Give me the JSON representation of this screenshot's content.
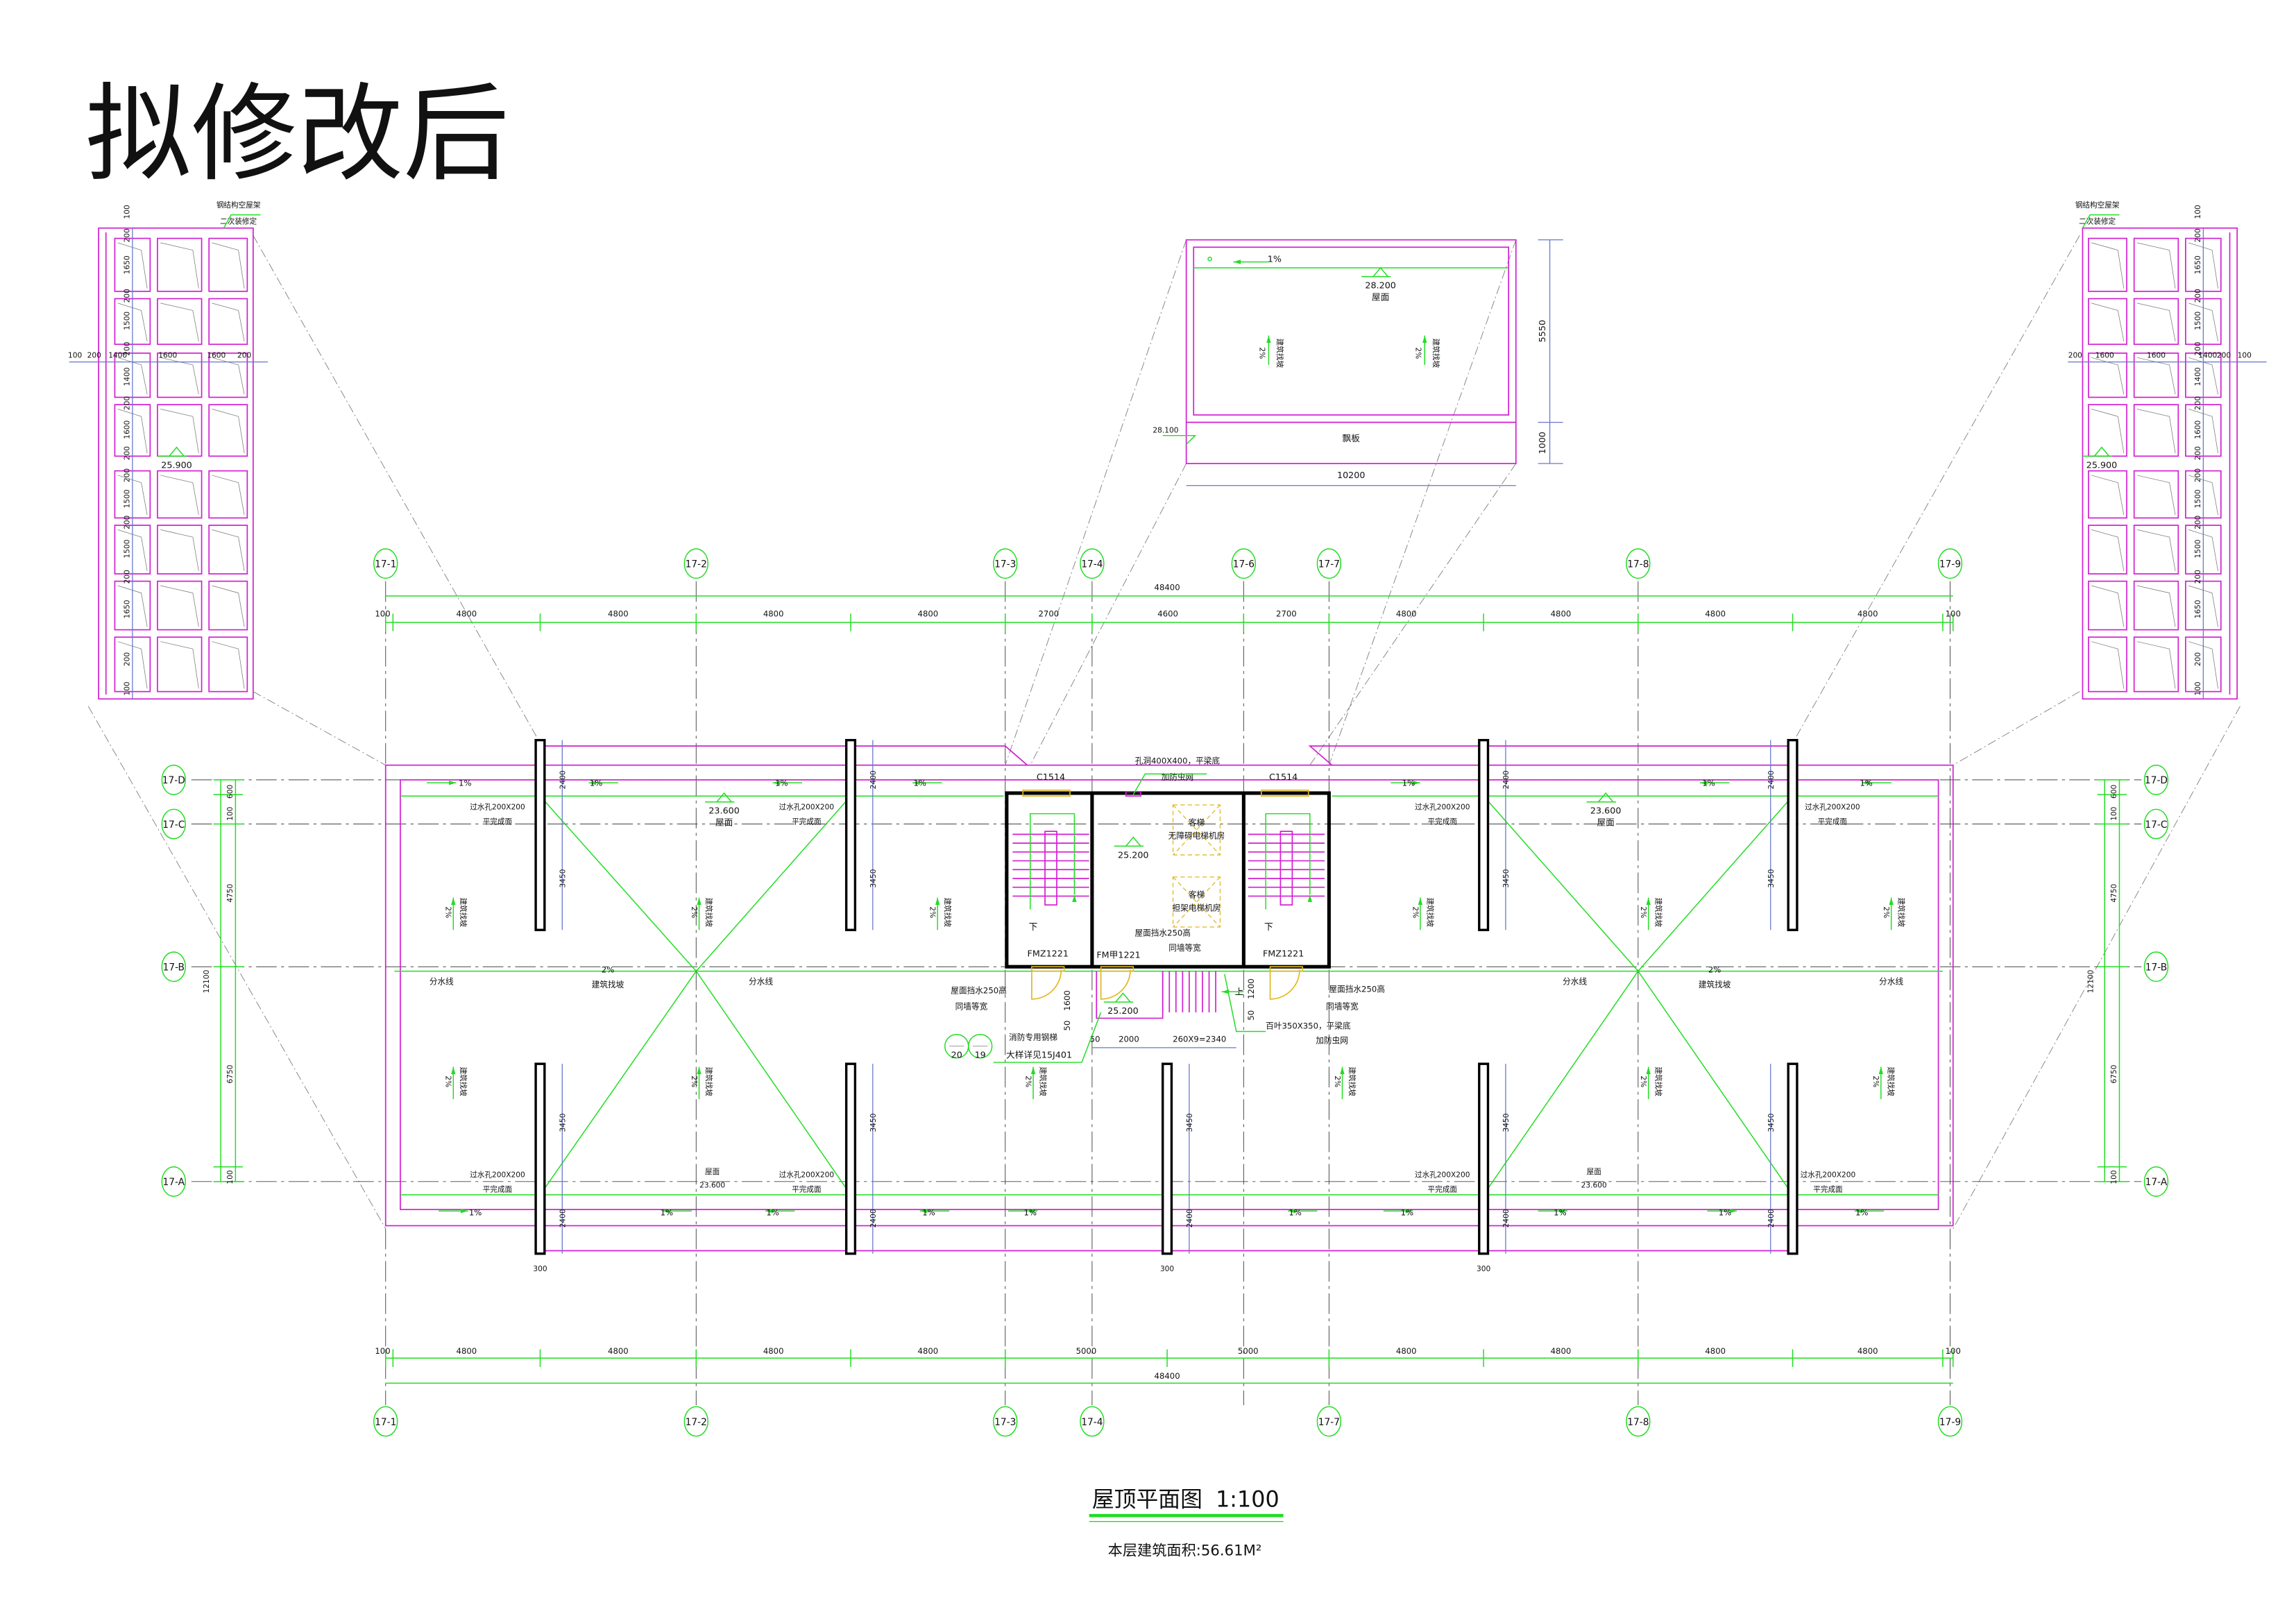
{
  "title": "拟修改后",
  "caption": {
    "title": "屋顶平面图",
    "scale": "1:100",
    "area": "本层建筑面积:56.61M²"
  },
  "axes": {
    "top": [
      "17-1",
      "17-2",
      "17-3",
      "17-4",
      "17-6",
      "17-7",
      "17-8",
      "17-9"
    ],
    "bottom": [
      "17-1",
      "17-2",
      "17-3",
      "17-4",
      "17-7",
      "17-8",
      "17-9"
    ],
    "rows": [
      "17-D",
      "17-C",
      "17-B",
      "17-A"
    ]
  },
  "dims": {
    "total": "48400",
    "top_segments": [
      "100",
      "4800",
      "4800",
      "4800",
      "4800",
      "2700",
      "4600",
      "2700",
      "4800",
      "4800",
      "4800",
      "4800",
      "100"
    ],
    "bottom_segments": [
      "100",
      "4800",
      "4800",
      "4800",
      "4800",
      "5000",
      "5000",
      "4800",
      "4800",
      "4800",
      "4800",
      "100"
    ],
    "side": [
      "600",
      "100",
      "4750",
      "12100",
      "6750",
      "100"
    ],
    "col_upper": "2400",
    "col_mid": "3450",
    "col_base": "300"
  },
  "roof": {
    "slope_1": "1%",
    "slope_2": "2%",
    "slope_text": "建筑找坡",
    "ridge": "分水线",
    "drain": "过水孔200X200",
    "drain_sub": "平完成面",
    "elev": "23.600",
    "elev_label": "屋面"
  },
  "core": {
    "window": "C1514",
    "hole": "孔洞400X400，平梁底",
    "screen": "加防虫网",
    "elev": "25.200",
    "lift1_a": "客梯",
    "lift1_b": "无障碍电梯机房",
    "lift2_a": "客梯",
    "lift2_b": "担架电梯机房",
    "upstand": "屋面挡水250高",
    "upstand_sub": "同墙等宽",
    "door_side": "FMZ1221",
    "door_mid": "FM甲1221",
    "down": "下",
    "up": "上",
    "louver": "百叶350X350，平梁底",
    "dim_1600": "1600",
    "dim_1200": "1200",
    "dim_50": "50",
    "dim_2000": "2000",
    "dim_steps": "260X9=2340",
    "ref_a": "20",
    "ref_b": "19",
    "ladder": "消防专用钢梯",
    "ladder_ref": "大样详见15J401"
  },
  "upper_roof": {
    "slope_1": "1%",
    "elev": "28.200",
    "elev_label": "屋面",
    "slope_2": "2%",
    "slope_text": "建筑找坡",
    "canopy": "飘板",
    "canopy_elev": "28.100",
    "width": "10200",
    "depth": "5550",
    "canopy_depth": "1000"
  },
  "panel": {
    "note_a": "钢结构空屋架",
    "note_b": "二次装修定",
    "elev": "25.900",
    "vertical": [
      "100",
      "200",
      "1650",
      "200",
      "1500",
      "200",
      "1400",
      "200",
      "1600",
      "200",
      "200",
      "1500",
      "200",
      "1500",
      "200",
      "1650",
      "200",
      "100"
    ],
    "horizontal_left": [
      "100",
      "200",
      "1400",
      "1600",
      "1600",
      "200"
    ],
    "horizontal_right": [
      "200",
      "1600",
      "1600",
      "1400",
      "200",
      "100"
    ]
  }
}
